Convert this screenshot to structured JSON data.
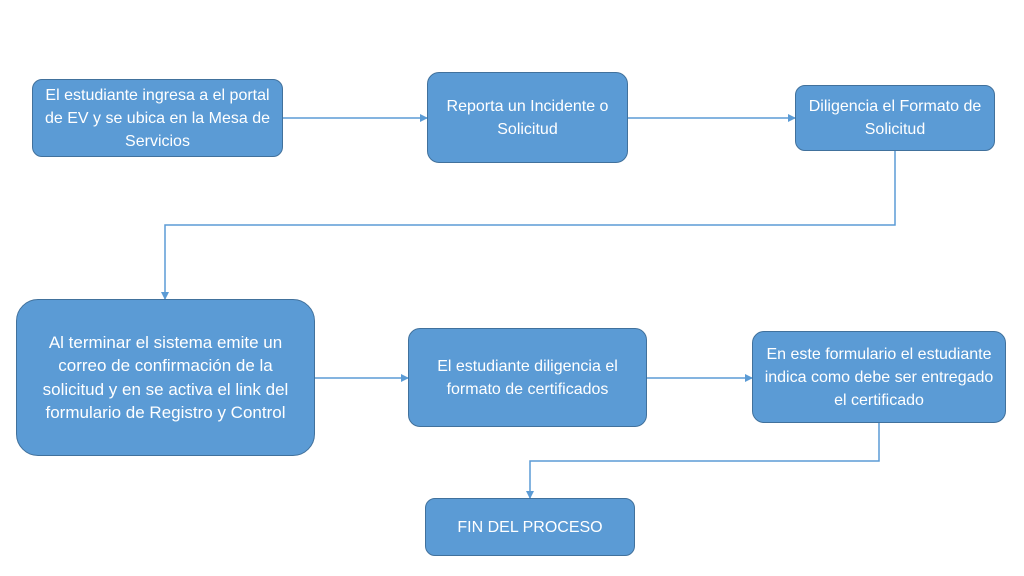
{
  "diagram": {
    "colors": {
      "box_fill": "#5b9bd5",
      "box_border": "#41719c",
      "connector": "#5b9bd5",
      "text": "#ffffff"
    },
    "steps": [
      {
        "id": "step-1",
        "text": "El estudiante ingresa a el portal de EV y se ubica en la Mesa de Servicios"
      },
      {
        "id": "step-2",
        "text": "Reporta un Incidente o Solicitud"
      },
      {
        "id": "step-3",
        "text": "Diligencia el Formato de Solicitud"
      },
      {
        "id": "step-4",
        "text": "Al terminar el sistema emite un correo de confirmación de la solicitud y en se activa el link del formulario de Registro y Control"
      },
      {
        "id": "step-5",
        "text": "El estudiante diligencia el formato de certificados"
      },
      {
        "id": "step-6",
        "text": "En este formulario el estudiante indica como debe ser entregado el certificado"
      },
      {
        "id": "step-7",
        "text": "FIN DEL PROCESO"
      }
    ],
    "edges": [
      {
        "from": "step-1",
        "to": "step-2"
      },
      {
        "from": "step-2",
        "to": "step-3"
      },
      {
        "from": "step-3",
        "to": "step-4"
      },
      {
        "from": "step-4",
        "to": "step-5"
      },
      {
        "from": "step-5",
        "to": "step-6"
      },
      {
        "from": "step-6",
        "to": "step-7"
      }
    ]
  }
}
